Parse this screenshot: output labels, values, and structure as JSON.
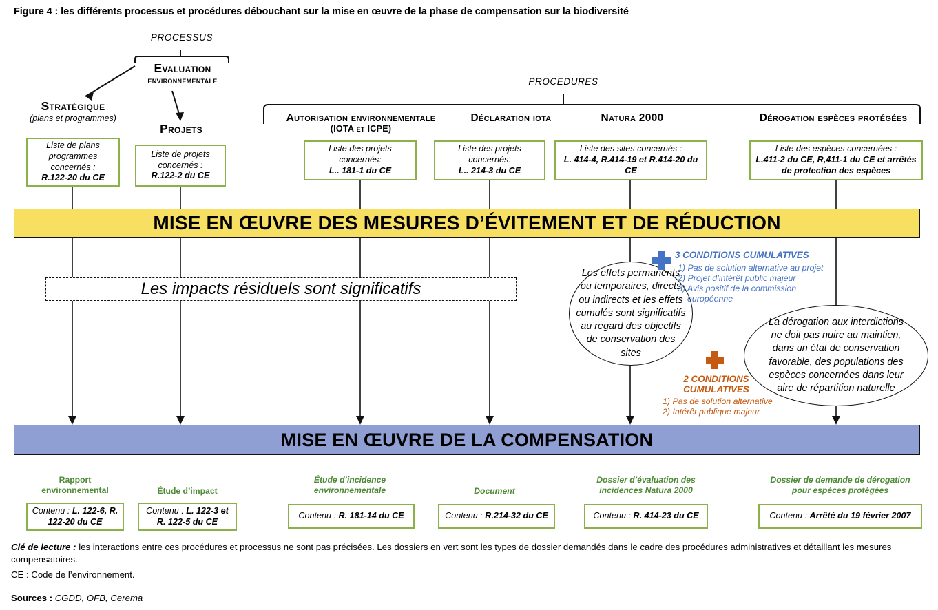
{
  "figure": {
    "title": "Figure 4 : les différents processus et procédures débouchant sur la mise en œuvre de la phase de compensation sur la biodiversité"
  },
  "groups": {
    "processus_caption": "PROCESSUS",
    "procedures_caption": "PROCEDURES"
  },
  "processus": {
    "root_line1": "Evaluation",
    "root_line2": "environnementale",
    "branches": [
      {
        "title": "Stratégique",
        "subtitle": "(plans et programmes)"
      },
      {
        "title": "Projets",
        "subtitle": ""
      }
    ]
  },
  "procedures": {
    "headers": [
      {
        "line1": "Autorisation environnementale",
        "line2": "(IOTA et ICPE)"
      },
      {
        "line1": "Déclaration iota",
        "line2": ""
      },
      {
        "line1": "Natura 2000",
        "line2": ""
      },
      {
        "line1": "Dérogation espèces protégées",
        "line2": ""
      }
    ]
  },
  "lists": [
    {
      "normal": "Liste de plans programmes concernés :",
      "bold": "R.122-20 du CE"
    },
    {
      "normal": "Liste de projets concernés :",
      "bold": "R.122-2 du CE"
    },
    {
      "normal": "Liste des projets concernés:",
      "bold": "L.. 181-1 du CE"
    },
    {
      "normal": "Liste des projets concernés:",
      "bold": "L.. 214-3 du CE"
    },
    {
      "normal": "Liste des sites concernés :",
      "bold": "L. 414-4, R.414-19 et R.414-20 du CE"
    },
    {
      "normal": "Liste des espèces concernées :",
      "bold": "L.411-2 du CE, R,411-1 du CE et arrêtés de protection des espèces"
    }
  ],
  "banners": {
    "avoidance": "MISE EN ŒUVRE DES MESURES D’ÉVITEMENT ET DE RÉDUCTION",
    "compensation": "MISE EN ŒUVRE DE LA COMPENSATION"
  },
  "residual_box": "Les impacts résiduels sont significatifs",
  "ellipses": {
    "natura": "Les effets permanents ou temporaires, directs ou indirects et les effets cumulés sont significatifs au regard des objectifs de conservation des sites",
    "derogation": "La dérogation aux interdictions ne doit pas nuire au maintien, dans un état de conservation favorable, des populations des espèces concernées dans leur aire de répartition naturelle"
  },
  "conditions": {
    "blue": {
      "title": "3 CONDITIONS CUMULATIVES",
      "color": "#4472C4",
      "items": [
        "1)  Pas de solution alternative au projet",
        "2)  Projet d’intérêt public majeur",
        "3)  Avis positif de la commission européenne"
      ]
    },
    "orange": {
      "title_line1": "2 CONDITIONS",
      "title_line2": "CUMULATIVES",
      "color": "#C55A11",
      "items": [
        "1)  Pas de solution alternative",
        "2)  Intérêt publique majeur"
      ]
    }
  },
  "documents": [
    {
      "label_line1": "Rapport",
      "label_line2": "environnemental",
      "italic": false,
      "content_prefix": "Contenu :",
      "content_bold": "L. 122-6, R. 122-20 du CE"
    },
    {
      "label_line1": "Étude d’impact",
      "label_line2": "",
      "italic": false,
      "content_prefix": "Contenu :",
      "content_bold": "L. 122-3 et R. 122-5 du CE"
    },
    {
      "label_line1": "Étude d’incidence",
      "label_line2": "environnementale",
      "italic": true,
      "content_prefix": "Contenu :",
      "content_bold": "R. 181-14 du CE"
    },
    {
      "label_line1": "Document",
      "label_line2": "",
      "italic": true,
      "content_prefix": "Contenu :",
      "content_bold": "R.214-32 du CE"
    },
    {
      "label_line1": "Dossier d’évaluation des",
      "label_line2": "incidences Natura 2000",
      "italic": true,
      "content_prefix": "Contenu :",
      "content_bold": "R. 414-23 du CE"
    },
    {
      "label_line1": "Dossier de demande de dérogation",
      "label_line2": "pour espèces protégées",
      "italic": true,
      "content_prefix": "Contenu :",
      "content_bold": "Arrêté du 19 février 2007"
    }
  ],
  "footer": {
    "key_label": "Clé de lecture :",
    "key_text": " les interactions entre ces procédures et processus ne sont pas précisées. Les dossiers en vert sont les types de dossier demandés dans le cadre des procédures administratives et détaillant les mesures compensatoires.",
    "ce_line": "CE : Code de l’environnement.",
    "sources_label": "Sources :",
    "sources_text": "  CGDD, OFB, Cerema"
  },
  "colors": {
    "green_border": "#8CB04A",
    "green_text": "#4E8A35",
    "yellow_banner": "#F7DF62",
    "purple_banner": "#8F9FD4",
    "blue_condition": "#4472C4",
    "orange_condition": "#C55A11"
  }
}
